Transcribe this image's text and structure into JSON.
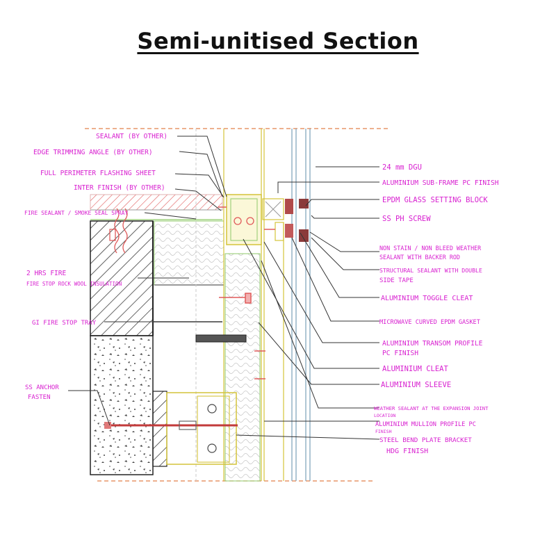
{
  "title": "Semi-unitised Section",
  "colors": {
    "annotation": "#d81fd0",
    "leader": "#333333",
    "frame": "#d4c43a",
    "insulation": "#8fc96a",
    "masonry": "#222222",
    "dashed": "#e2804a",
    "glass": "#7aa0b8"
  },
  "labels": {
    "sealant_by_other": "SEALANT (BY OTHER)",
    "edge_trimming_angle": "EDGE TRIMMING ANGLE (BY OTHER)",
    "full_perimeter_flashing": "FULL PERIMETER FLASHING SHEET",
    "inter_finish": "INTER FINISH (BY OTHER)",
    "fire_sealant": "FIRE SEALANT / SMOKE SEAL SPRAY",
    "fire_insulation_1": "2 HRS FIRE",
    "fire_insulation_2": "FIRE STOP ROCK WOOL INSULATION",
    "gi_fire_stop": "GI FIRE STOP TRAY",
    "ss_anchor_1": "SS ANCHOR",
    "ss_anchor_2": "FASTEN",
    "dgu": "24 mm DGU",
    "aluminium_sub_frame": "ALUMINIUM SUB-FRAME PC FINISH",
    "epdm_setting_block": "EPDM GLASS SETTING BLOCK",
    "ss_ph_screw": "SS PH SCREW",
    "weather_sealant_1": "NON STAIN / NON BLEED WEATHER",
    "weather_sealant_2": "SEALANT WITH BACKER ROD",
    "structural_sealant_1": "STRUCTURAL SEALANT WITH DOUBLE",
    "structural_sealant_2": "SIDE TAPE",
    "toggle_cleat": "ALUMINIUM TOGGLE CLEAT",
    "microwave_gasket": "MICROWAVE CURVED EPDM GASKET",
    "transom_profile_1": "ALUMINIUM TRANSOM PROFILE",
    "transom_profile_2": "PC FINISH",
    "aluminium_cleat": "ALUMINIUM CLEAT",
    "aluminium_sleeve": "ALUMINIUM SLEEVE",
    "expansion_sealant_1": "WEATHER SEALANT AT THE EXPANSION JOINT",
    "expansion_sealant_2": "LOCATION",
    "mullion_profile_1": "ALUMINIUM MULLION PROFILE PC",
    "mullion_profile_2": "FINISH",
    "bend_plate_1": "STEEL BEND PLATE BRACKET",
    "bend_plate_2": "HDG FINISH"
  }
}
